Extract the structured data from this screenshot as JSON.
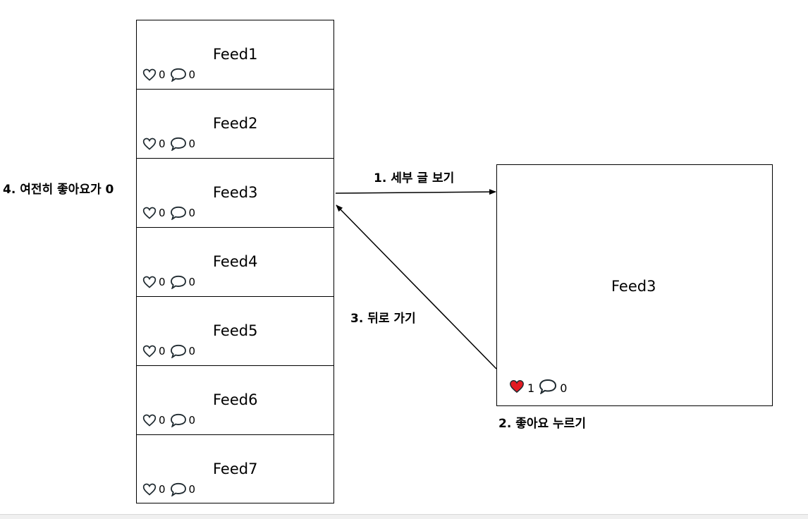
{
  "feeds": [
    {
      "title": "Feed1",
      "likes": "0",
      "comments": "0"
    },
    {
      "title": "Feed2",
      "likes": "0",
      "comments": "0"
    },
    {
      "title": "Feed3",
      "likes": "0",
      "comments": "0"
    },
    {
      "title": "Feed4",
      "likes": "0",
      "comments": "0"
    },
    {
      "title": "Feed5",
      "likes": "0",
      "comments": "0"
    },
    {
      "title": "Feed6",
      "likes": "0",
      "comments": "0"
    },
    {
      "title": "Feed7",
      "likes": "0",
      "comments": "0"
    }
  ],
  "detail": {
    "title": "Feed3",
    "likes": "1",
    "comments": "0",
    "liked_color": "#e31b23"
  },
  "steps": {
    "step1": "1. 세부 글 보기",
    "step2": "2. 좋아요 누르기",
    "step3": "3. 뒤로 가기",
    "step4": "4. 여전히 좋아요가 0"
  },
  "colors": {
    "icon_stroke": "#1f2a30",
    "line": "#000000"
  }
}
